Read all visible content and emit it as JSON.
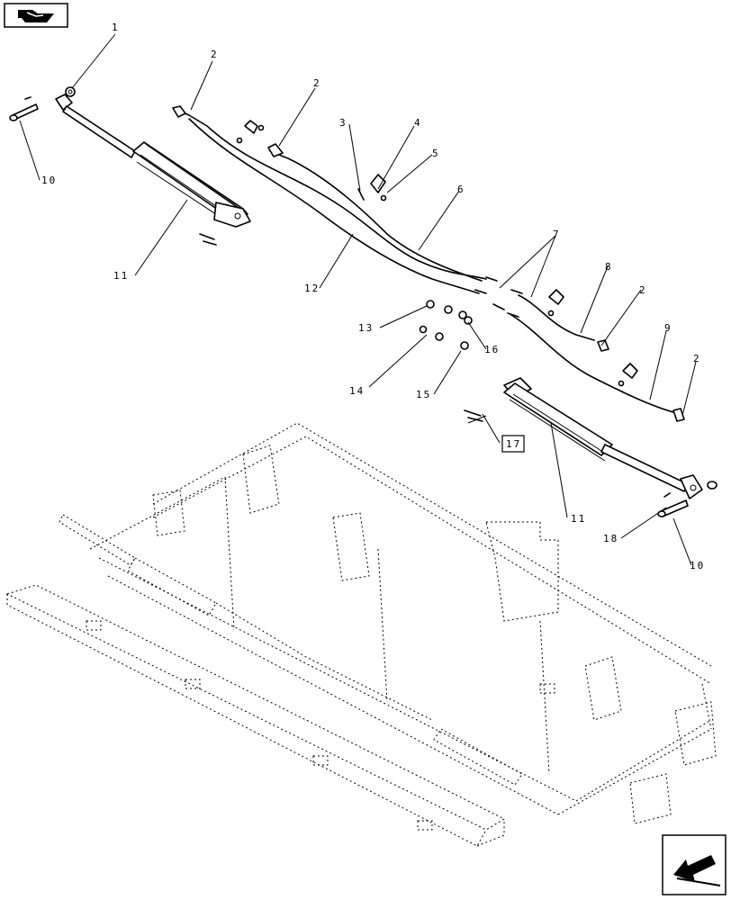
{
  "callouts": [
    {
      "id": "c1",
      "text": "1"
    },
    {
      "id": "c2a",
      "text": "2"
    },
    {
      "id": "c2b",
      "text": "2"
    },
    {
      "id": "c2c",
      "text": "2"
    },
    {
      "id": "c2d",
      "text": "2"
    },
    {
      "id": "c3",
      "text": "3"
    },
    {
      "id": "c4",
      "text": "4"
    },
    {
      "id": "c5",
      "text": "5"
    },
    {
      "id": "c6",
      "text": "6"
    },
    {
      "id": "c7",
      "text": "7"
    },
    {
      "id": "c8",
      "text": "8"
    },
    {
      "id": "c9",
      "text": "9"
    },
    {
      "id": "c10a",
      "text": "10"
    },
    {
      "id": "c10b",
      "text": "10"
    },
    {
      "id": "c11a",
      "text": "11"
    },
    {
      "id": "c11b",
      "text": "11"
    },
    {
      "id": "c12",
      "text": "12"
    },
    {
      "id": "c13",
      "text": "13"
    },
    {
      "id": "c14",
      "text": "14"
    },
    {
      "id": "c15",
      "text": "15"
    },
    {
      "id": "c16",
      "text": "16"
    },
    {
      "id": "c17",
      "text": "17"
    },
    {
      "id": "c18",
      "text": "18"
    }
  ],
  "icons": {
    "top_left": "book-open-icon",
    "bottom_right": "arrow-back-icon"
  }
}
